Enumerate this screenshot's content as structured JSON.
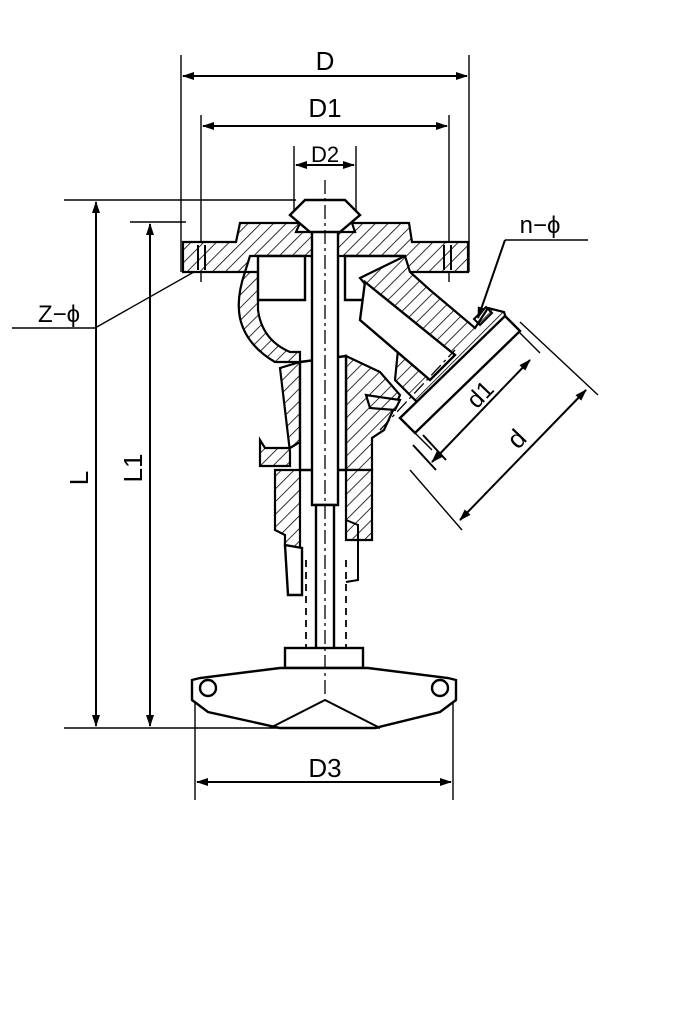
{
  "labels": {
    "D": "D",
    "D1": "D1",
    "D2": "D2",
    "D3": "D3",
    "L": "L",
    "L1": "L1",
    "d": "d",
    "d1": "d1",
    "n_phi": "n−ϕ",
    "Z_phi": "Z−ϕ"
  }
}
